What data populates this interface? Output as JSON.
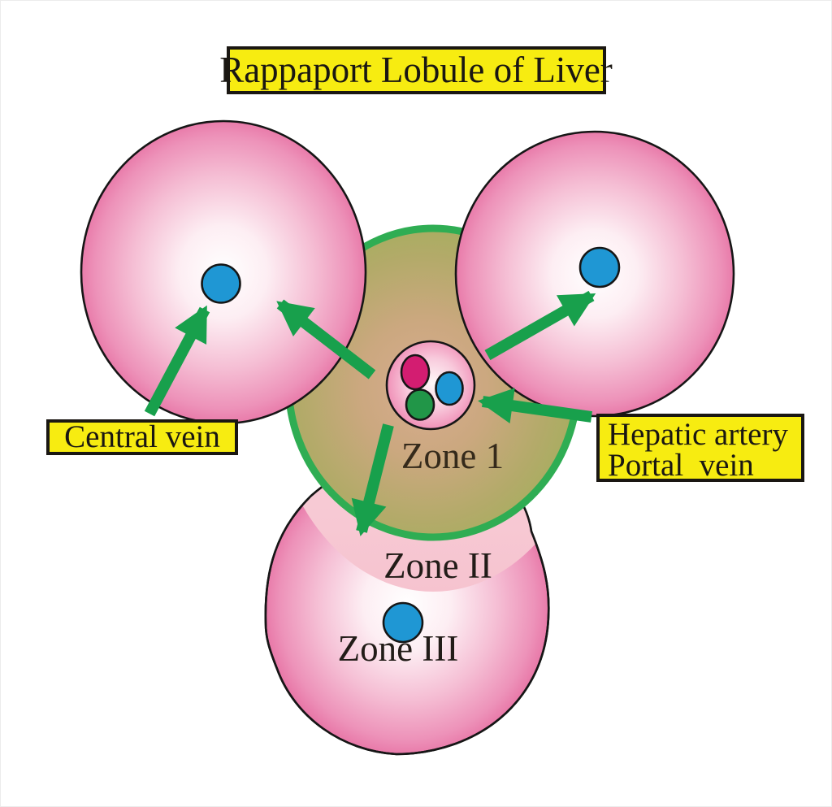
{
  "title": "Rappaport Lobule of Liver",
  "labels": {
    "central_vein": "Central vein",
    "hepatic_line1": "Hepatic artery",
    "hepatic_line2": "Portal  vein"
  },
  "zones": {
    "zone1": "Zone 1",
    "zone2": "Zone II",
    "zone3": "Zone III"
  },
  "colors": {
    "label_bg": "#f7ec11",
    "lobule_pink_rim": "#e4639a",
    "arrow_green": "#18a04c",
    "zone1_ring_green": "#2fad53",
    "zone1_fill_olive": "#a5ae5e",
    "vein_blue": "#1f97d4",
    "artery_magenta": "#d31d71",
    "bile_duct_green": "#219648"
  }
}
